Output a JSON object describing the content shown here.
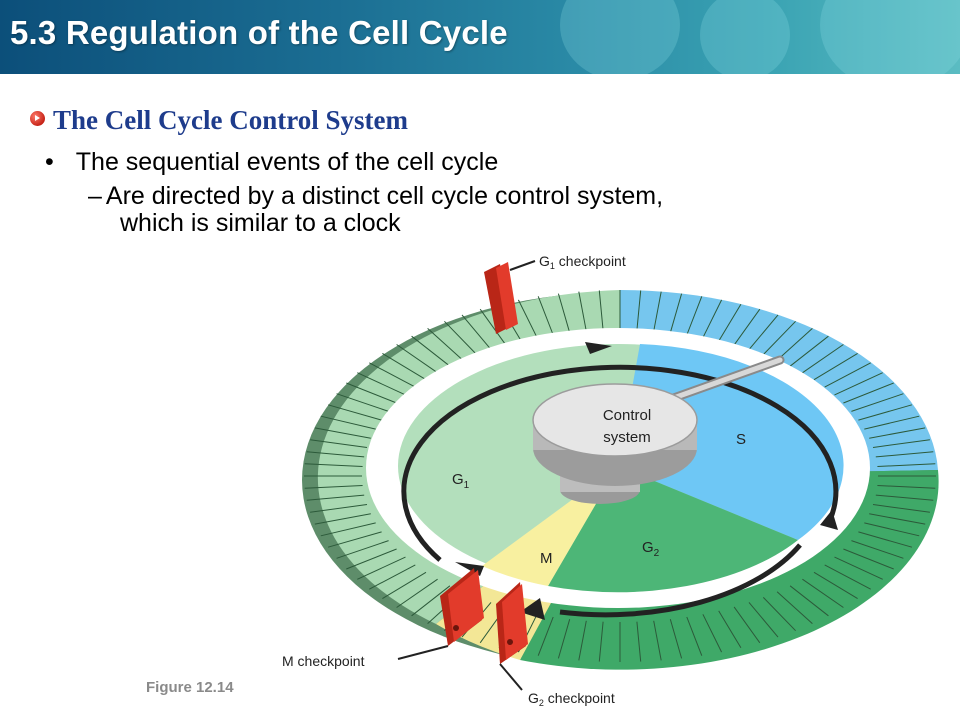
{
  "header": {
    "title": "5.3 Regulation of the Cell Cycle"
  },
  "section": {
    "title": "The Cell Cycle Control System",
    "icon": "red-arrow-bullet-icon"
  },
  "bullets": {
    "main": "The sequential events of the cell cycle",
    "sub_line1": "Are directed by a distinct cell cycle control system,",
    "sub_line2": "which is similar to a clock"
  },
  "diagram": {
    "control_line1": "Control",
    "control_line2": "system",
    "phases": {
      "g1": "G",
      "g1_sub": "1",
      "s": "S",
      "g2": "G",
      "g2_sub": "2",
      "m": "M"
    },
    "checkpoints": {
      "g1": "G",
      "g1_sub": "1",
      "g1_rest": " checkpoint",
      "m": "M checkpoint",
      "g2": "G",
      "g2_sub": "2",
      "g2_rest": " checkpoint"
    },
    "colors": {
      "g1": "#b3dfbc",
      "s": "#6ec7f5",
      "g2": "#4db677",
      "m": "#f8f0a0",
      "checkpoint": "#e23b2b"
    }
  },
  "figure": {
    "label": "Figure 12.14"
  }
}
